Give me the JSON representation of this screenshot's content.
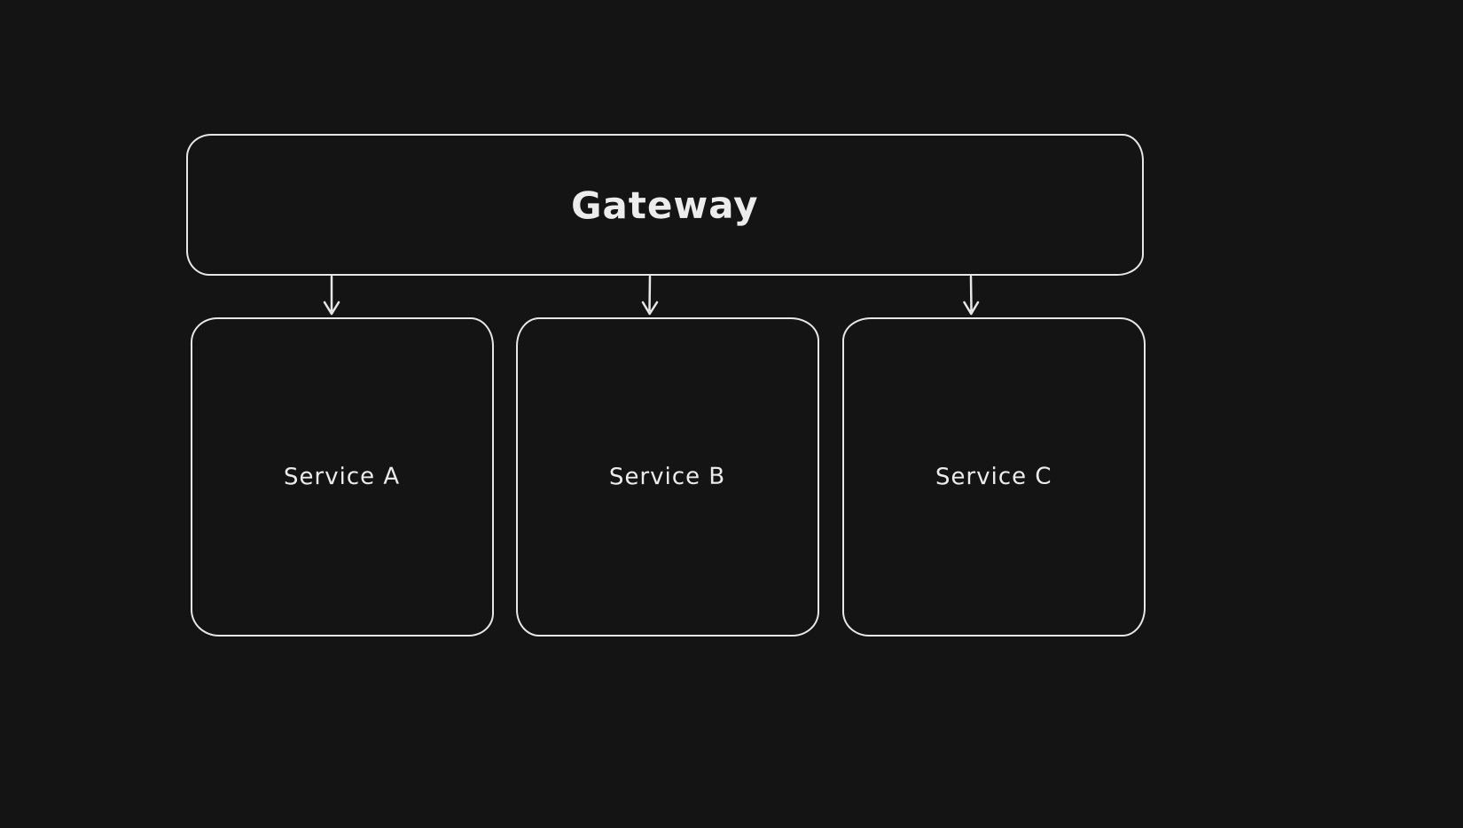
{
  "diagram": {
    "background_color": "#141414",
    "stroke_color": "#e7e7e7",
    "gateway": {
      "label": "Gateway"
    },
    "services": [
      {
        "label": "Service A"
      },
      {
        "label": "Service B"
      },
      {
        "label": "Service C"
      }
    ],
    "edges": [
      {
        "from": "Gateway",
        "to": "Service A"
      },
      {
        "from": "Gateway",
        "to": "Service B"
      },
      {
        "from": "Gateway",
        "to": "Service C"
      }
    ]
  }
}
